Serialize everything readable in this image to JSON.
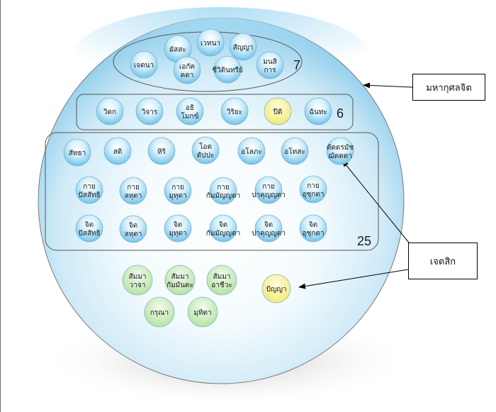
{
  "callouts": {
    "maha_kusala": "มหากุศลจิต",
    "cetasika": "เจตสิก"
  },
  "group_counts": {
    "universal": "7",
    "particular": "6",
    "beautiful": "25"
  },
  "universal": [
    "ผัสสะ",
    "เวทนา",
    "สัญญา",
    "เจตนา",
    "เอกัค|คตา",
    "ชีวิตินทรีย์",
    "มนสิ|การ"
  ],
  "particular": [
    "วิตก",
    "วิจาร",
    "อธิ|โมกข์",
    "วิริยะ",
    "ปีติ",
    "ฉันทะ"
  ],
  "beautiful_row1": [
    "สัทธา",
    "สติ",
    "หิริ",
    "โอต|ตัปปะ",
    "อโลภะ",
    "อโทสะ",
    "ตัตตรมัช|ฌัตตตา"
  ],
  "beautiful_row2": [
    "กาย|ปัสสัทธิ",
    "กาย|ลหุตา",
    "กาย|มุทุตา",
    "กาย|กัมมัญญตา",
    "กาย|ปาคุญญตา",
    "กาย|อุชุกตา"
  ],
  "beautiful_row3": [
    "จิต|ปัสสัทธิ",
    "จิต|ลหุตา",
    "จิต|มุทุตา",
    "จิต|กัมมัญญตา",
    "จิต|ปาคุญญตา",
    "จิต|อุชุกตา"
  ],
  "abstinences": [
    "สัมมา|วาจา",
    "สัมมา|กัมมันตะ",
    "สัมมา|อาชีวะ"
  ],
  "illimitables": [
    "กรุณา",
    "มุทิตา"
  ],
  "wisdom": "ปัญญา",
  "colors": {
    "blue_bubble": "#8fd0f0",
    "yellow_bubble": "#f7f08a",
    "green_bubble": "#bfe8b0",
    "sphere": "#9fd6f0"
  }
}
